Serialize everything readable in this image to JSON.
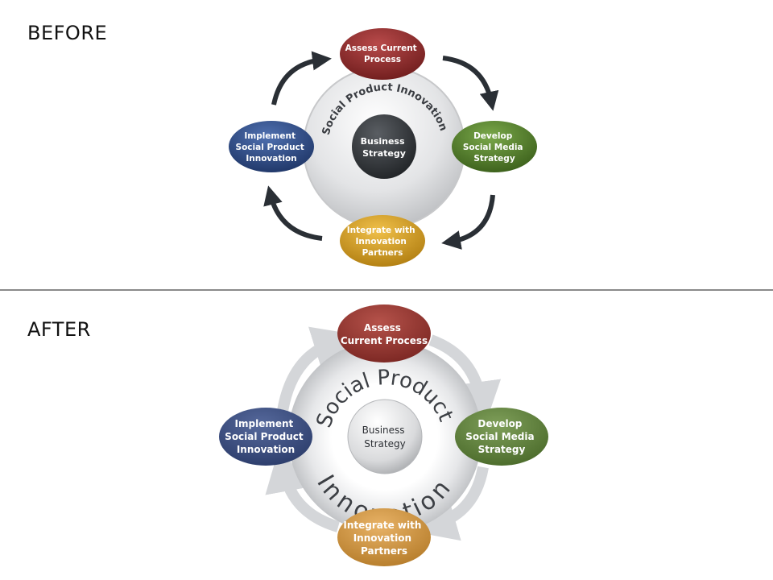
{
  "sections": {
    "before_label": "BEFORE",
    "after_label": "AFTER"
  },
  "before": {
    "ring_label": "Social Product Innovation",
    "center": [
      "Business",
      "Strategy"
    ],
    "nodes": {
      "assess": [
        "Assess Current",
        "Process"
      ],
      "develop": [
        "Develop",
        "Social Media",
        "Strategy"
      ],
      "integrate": [
        "Integrate with",
        "Innovation",
        "Partners"
      ],
      "implement": [
        "Implement",
        "Social Product",
        "Innovation"
      ]
    }
  },
  "after": {
    "ring_label_top": "Social Product",
    "ring_label_bottom": "Innovation",
    "center": [
      "Business",
      "Strategy"
    ],
    "nodes": {
      "assess": [
        "Assess",
        "Current Process"
      ],
      "develop": [
        "Develop",
        "Social Media",
        "Strategy"
      ],
      "integrate": [
        "Integrate with",
        "Innovation",
        "Partners"
      ],
      "implement": [
        "Implement",
        "Social Product",
        "Innovation"
      ]
    }
  },
  "colors": {
    "assess": "#8e2a2a",
    "develop": "#4f7a28",
    "integrate": "#c9961c",
    "implement": "#2c4a86",
    "arrow_dark": "#2a2f35",
    "center_dark": "#2f3236",
    "ring_light": "#d9dadc"
  }
}
